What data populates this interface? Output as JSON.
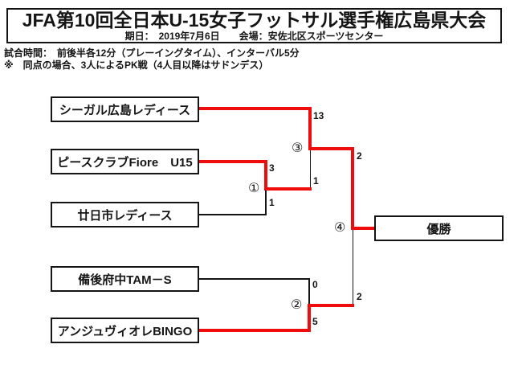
{
  "header": {
    "title": "JFA第10回全日本U-15女子フットサル選手権広島県大会",
    "date_venue": "期日：　2019年7月6日　　会場：安佐北区スポーツセンター",
    "note_time": "試合時間：　前後半各12分（プレーイングタイム）、インターバル5分",
    "note_pk": "※　同点の場合、3人によるPK戦（4人目以降はサドンデス）"
  },
  "bracket": {
    "teams": [
      {
        "name": "シーガル広島レディース"
      },
      {
        "name": "ピースクラブFiore　U15"
      },
      {
        "name": "廿日市レディース"
      },
      {
        "name": "備後府中TAM－S"
      },
      {
        "name": "アンジュヴィオレBINGO"
      }
    ],
    "winner_label": "優勝",
    "results": {
      "m1": {
        "label": "①",
        "top_score": "3",
        "bottom_score": "1"
      },
      "m2": {
        "label": "②",
        "top_score": "0",
        "bottom_score": "5"
      },
      "m3": {
        "label": "③",
        "top_score": "13",
        "bottom_score": "1"
      },
      "m4": {
        "label": "④",
        "top_score": "2",
        "bottom_score": "2"
      }
    },
    "colors": {
      "winner_path": "#ee0c0c",
      "line": "#151515"
    }
  }
}
